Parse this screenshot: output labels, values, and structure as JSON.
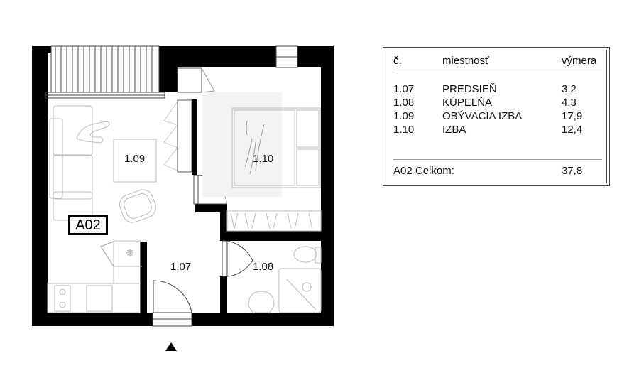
{
  "plan": {
    "apartment_label": "A02",
    "rooms": [
      {
        "id": "1.07",
        "label": "1.07"
      },
      {
        "id": "1.08",
        "label": "1.08"
      },
      {
        "id": "1.09",
        "label": "1.09"
      },
      {
        "id": "1.10",
        "label": "1.10"
      }
    ],
    "entrance_marker": "entrance-arrow"
  },
  "legend": {
    "headers": {
      "number": "č.",
      "room": "miestnosť",
      "area": "výmera"
    },
    "rows": [
      {
        "number": "1.07",
        "room": "PREDSIEŇ",
        "area": "3,2"
      },
      {
        "number": "1.08",
        "room": "KÚPELŇA",
        "area": "4,3"
      },
      {
        "number": "1.09",
        "room": "OBÝVACIA IZBA",
        "area": "17,9"
      },
      {
        "number": "1.10",
        "room": "IZBA",
        "area": "12,4"
      }
    ],
    "total": {
      "label": "A02 Celkom:",
      "area": "37,8"
    }
  },
  "colors": {
    "wall": "#000000",
    "furniture": "#bbbbbb",
    "line": "#555555"
  }
}
